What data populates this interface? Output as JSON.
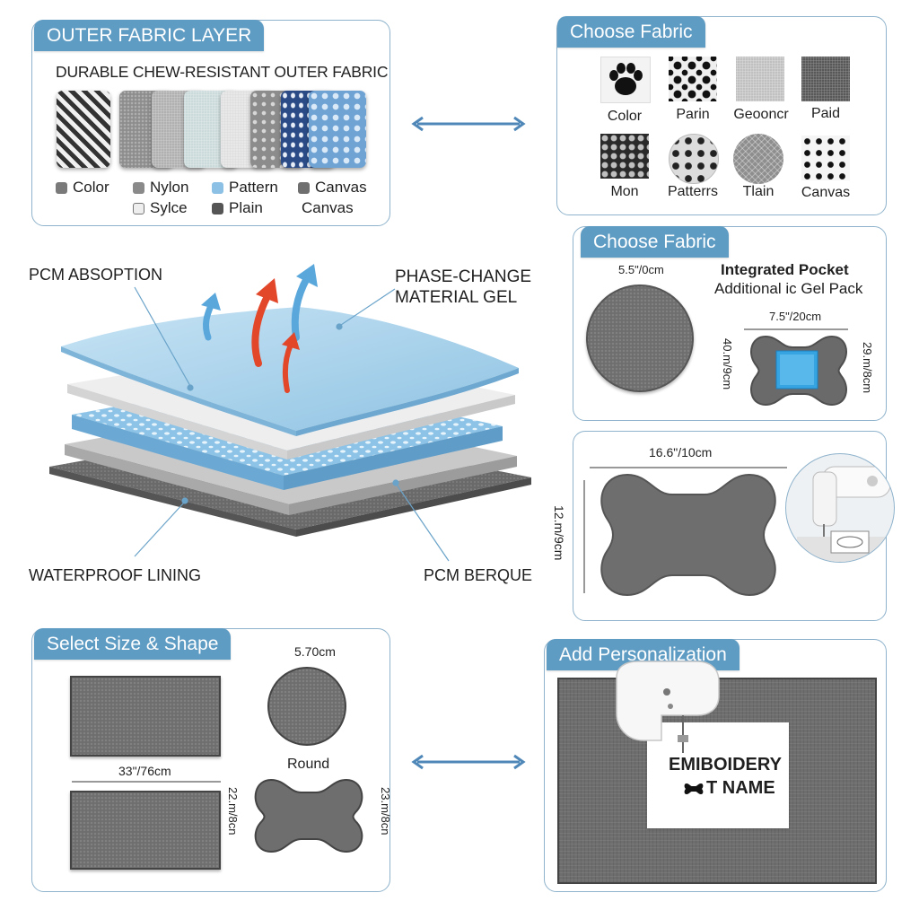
{
  "outer_panel": {
    "title": "OUTER FABRIC LAYER",
    "subtitle": "DURABLE CHEW-RESISTANT OUTER FABRIC",
    "legend": [
      {
        "label": "Color",
        "color": "#7a7a7a"
      },
      {
        "label": "Nylon",
        "color": "#8a8a8a"
      },
      {
        "label": "Pattern",
        "color": "#8cc0e4"
      },
      {
        "label": "Canvas",
        "color": "#6f6f6f"
      },
      {
        "label": "Sylce",
        "color": "#eeeeee"
      },
      {
        "label": "Plain",
        "color": "#555555"
      },
      {
        "label": "Canvas",
        "color": ""
      }
    ]
  },
  "choose_fabric_top": {
    "title": "Choose Fabric",
    "tiles": [
      {
        "label": "Color",
        "icon": "paw-icon"
      },
      {
        "label": "Parin",
        "icon": "paw-pattern-icon"
      },
      {
        "label": "Geooncr",
        "icon": "tweed-swatch-icon"
      },
      {
        "label": "Paid",
        "icon": "dark-weave-icon"
      },
      {
        "label": "Mon",
        "icon": "dots-swatch-icon"
      },
      {
        "label": "Patterrs",
        "icon": "paw-circle-icon"
      },
      {
        "label": "Tlain",
        "icon": "mesh-circle-icon"
      },
      {
        "label": "Canvas",
        "icon": "paw-print-swatch-icon"
      }
    ]
  },
  "layers": {
    "pcm_absorption": "PCM ABSOPTION",
    "gel_line1": "PHASE-CHANGE",
    "gel_line2": "MATERIAL GEL",
    "waterproof": "WATERPROOF LINING",
    "pcm_berque": "PCM BERQUE"
  },
  "choose_fabric_mid": {
    "title": "Choose Fabric",
    "round_dim": "5.5\"/0cm",
    "pocket_title": "Integrated Pocket",
    "pocket_sub": "Additional ic Gel Pack",
    "bone_width": "7.5\"/20cm",
    "bone_height_left": "40.m/9cm",
    "bone_height_right": "29.m/8cm"
  },
  "bone_large": {
    "width": "16.6\"/10cm",
    "height": "12.m/9cm"
  },
  "size_panel": {
    "title": "Select Size & Shape",
    "round_dim": "5.70cm",
    "round_label": "Round",
    "rect_dim": "33\"/76cm",
    "height_left": "22.m/8cn",
    "height_right": "23.m/8cn"
  },
  "personal_panel": {
    "title": "Add Personalization",
    "line1": "EMIBOIDERY",
    "line2": "T NAME"
  },
  "colors": {
    "accent": "#5f9cc4",
    "arrow": "#4f88b8",
    "mat": "#6e6e6e",
    "gel": "#9ccce8"
  }
}
